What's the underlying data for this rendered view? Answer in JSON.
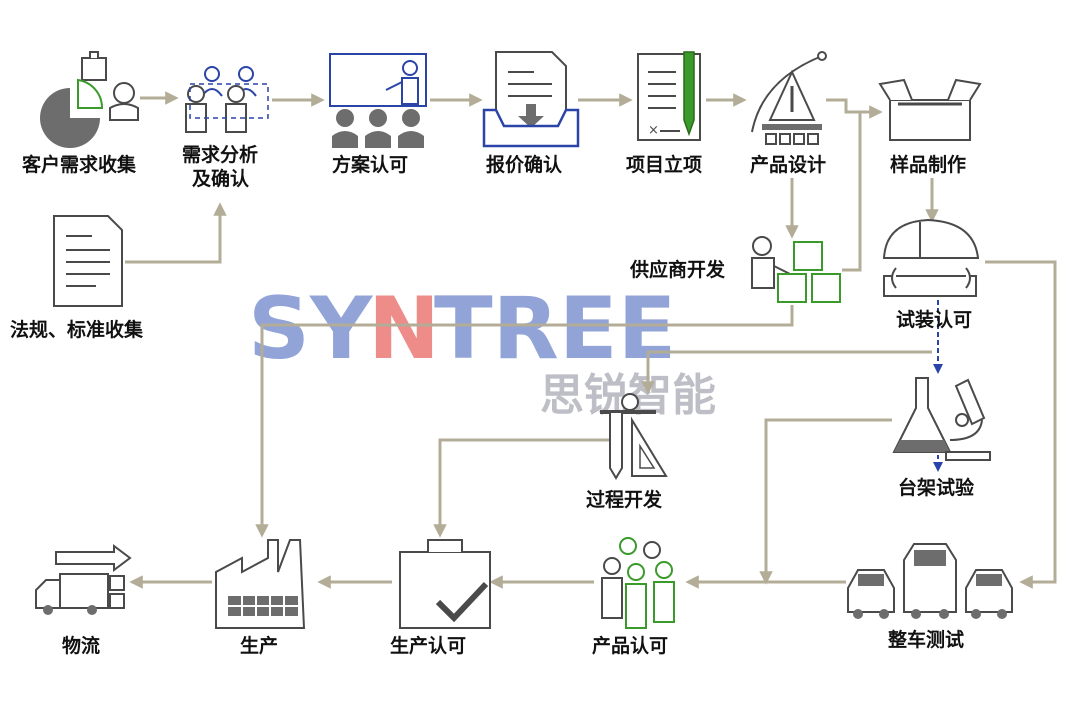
{
  "watermark": {
    "brand_part1": "SY",
    "brand_part2": "N",
    "brand_part3": "TREE",
    "brand_subtitle": "思锐智能",
    "colors": {
      "blue": "#3a5ab8",
      "red": "#e0302a"
    }
  },
  "nodes": {
    "customer_needs": "客户需求收集",
    "needs_analysis_line1": "需求分析",
    "needs_analysis_line2": "及确认",
    "plan_approval": "方案认可",
    "quotation": "报价确认",
    "project_setup": "项目立项",
    "product_design": "产品设计",
    "sample_making": "样品制作",
    "regulations": "法规、标准收集",
    "supplier_dev": "供应商开发",
    "fitting_approval": "试装认可",
    "bench_test": "台架试验",
    "process_dev": "过程开发",
    "vehicle_test": "整车测试",
    "product_approval": "产品认可",
    "production_approval": "生产认可",
    "production": "生产",
    "logistics": "物流"
  },
  "colors": {
    "flow_line": "#b3ad98",
    "icon_gray": "#4a4a4a",
    "icon_green": "#3a9a2a",
    "icon_blue": "#2b44a8"
  }
}
